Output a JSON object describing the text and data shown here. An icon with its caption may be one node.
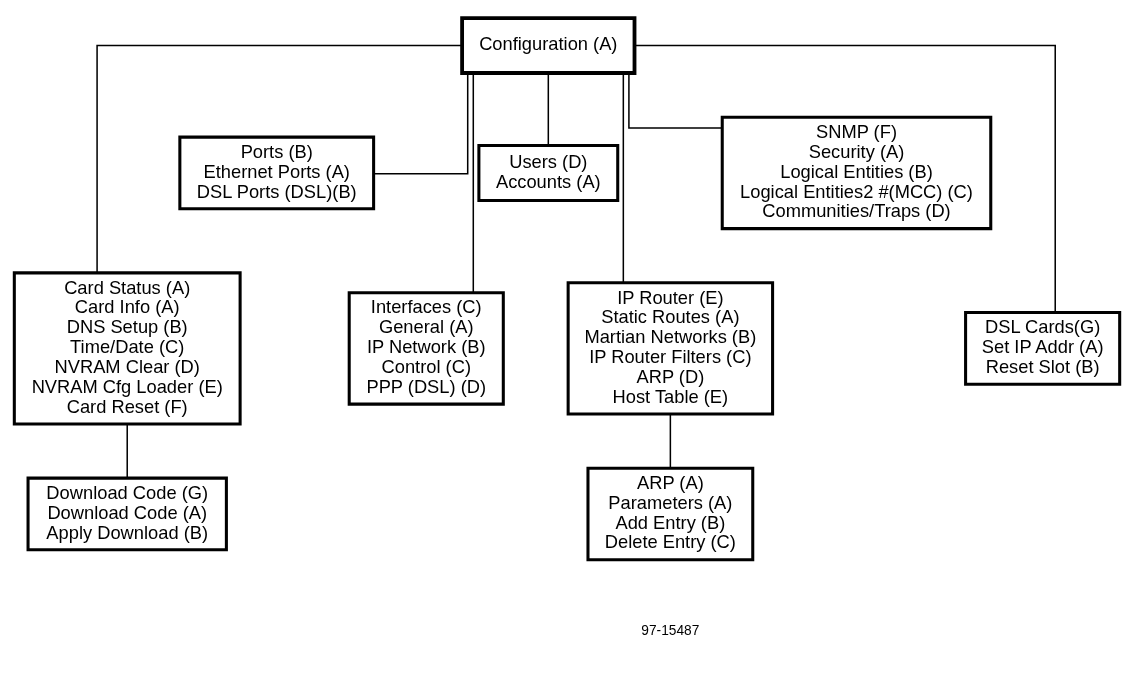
{
  "diagram": {
    "nodes": [
      {
        "text": [
          "Configuration (A)"
        ]
      },
      {
        "text": [
          "Ports (B)",
          "Ethernet Ports (A)",
          "DSL Ports (DSL)(B)"
        ]
      },
      {
        "text": [
          "Users (D)",
          "Accounts (A)"
        ]
      },
      {
        "text": [
          "SNMP (F)",
          "Security (A)",
          "Logical Entities (B)",
          "Logical Entities2 #(MCC) (C)",
          "Communities/Traps (D)"
        ]
      },
      {
        "text": [
          "Card Status (A)",
          "Card Info (A)",
          "DNS Setup (B)",
          "Time/Date (C)",
          "NVRAM Clear (D)",
          "NVRAM Cfg Loader (E)",
          "Card Reset (F)"
        ]
      },
      {
        "text": [
          "Interfaces (C)",
          "General (A)",
          "IP Network (B)",
          "Control (C)",
          "PPP (DSL) (D)"
        ]
      },
      {
        "text": [
          "IP Router (E)",
          "Static Routes (A)",
          "Martian Networks (B)",
          "IP Router Filters (C)",
          "ARP (D)",
          "Host Table (E)"
        ]
      },
      {
        "text": [
          "DSL Cards(G)",
          "Set IP Addr (A)",
          "Reset Slot (B)"
        ]
      },
      {
        "text": [
          "Download Code (G)",
          "Download Code (A)",
          "Apply Download (B)"
        ]
      },
      {
        "text": [
          "ARP (A)",
          "Parameters (A)",
          "Add Entry (B)",
          "Delete Entry (C)"
        ]
      }
    ],
    "edges": [
      {
        "from": 0,
        "to": 4,
        "arrow": "none"
      },
      {
        "from": 0,
        "to": 1,
        "arrow": "none"
      },
      {
        "from": 0,
        "to": 5,
        "arrow": "none"
      },
      {
        "from": 0,
        "to": 2,
        "arrow": "none"
      },
      {
        "from": 0,
        "to": 6,
        "arrow": "none"
      },
      {
        "from": 0,
        "to": 3,
        "arrow": "none"
      },
      {
        "from": 0,
        "to": 7,
        "arrow": "none"
      },
      {
        "from": 4,
        "to": 8,
        "arrow": "none"
      },
      {
        "from": 6,
        "to": 9,
        "arrow": "none"
      }
    ],
    "labels": [
      "97-15487"
    ]
  }
}
